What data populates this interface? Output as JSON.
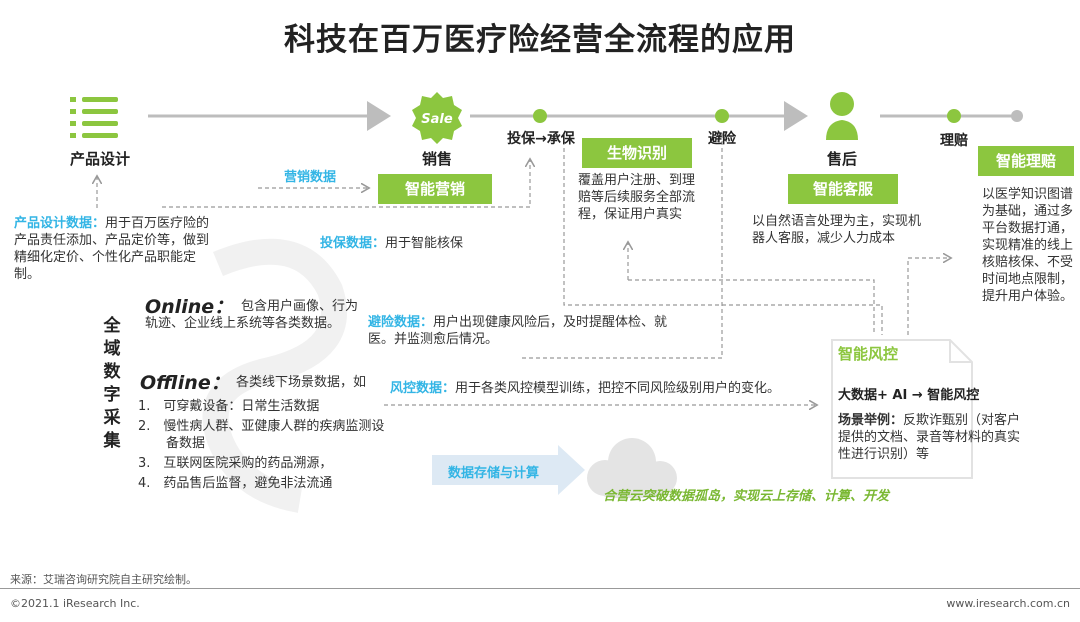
{
  "title": "科技在百万医疗险经营全流程的应用",
  "stages": {
    "product_design": "产品设计",
    "sales": "销售",
    "underwriting": "投保→承保",
    "risk_avoid": "避险",
    "after_sales": "售后",
    "claims": "理赔"
  },
  "sale_icon_text": "Sale",
  "tags": {
    "smart_marketing": "智能营销",
    "biometric": "生物识别",
    "smart_service": "智能客服",
    "smart_claims": "智能理赔",
    "smart_risk": "智能风控"
  },
  "data_labels": {
    "marketing_data": "营销数据",
    "product_design_data": "产品设计数据：",
    "underwriting_data": "投保数据：",
    "risk_avoid_data": "避险数据：",
    "risk_control_data": "风控数据：",
    "storage_compute": "数据存储与计算"
  },
  "texts": {
    "product_design_desc": "用于百万医疗险的产品责任添加、产品定价等，做到精细化定价、个性化产品职能定制。",
    "underwriting_desc": "用于智能核保",
    "biometric_desc": "覆盖用户注册、到理赔等后续服务全部流程，保证用户真实",
    "service_desc": "以自然语言处理为主，实现机器人客服，减少人力成本",
    "claims_desc": "以医学知识图谱为基础，通过多平台数据打通，实现精准的线上核赔核保、不受时间地点限制，提升用户体验。",
    "risk_avoid_desc": "用户出现健康风险后，及时提醒体检、就医。并监测愈后情况。",
    "risk_control_desc": "用于各类风控模型训练，把控不同风险级别用户的变化。",
    "risk_formula": "大数据+ AI → 智能风控",
    "scene_label": "场景举例：",
    "scene_desc": "反欺诈甄别（对客户提供的文档、录音等材料的真实性进行识别）等",
    "cloud_desc": "合营云突破数据孤岛，实现云上存储、计算、开发"
  },
  "full_domain_chars": [
    "全",
    "域",
    "数",
    "字",
    "采",
    "集"
  ],
  "online": {
    "label": "Online：",
    "desc": "包含用户画像、行为轨迹、企业线上系统等各类数据。"
  },
  "offline": {
    "label": "Offline：",
    "desc": "各类线下场景数据，如",
    "items": [
      "1.　可穿戴设备：日常生活数据",
      "2.　慢性病人群、亚健康人群的疾病监测设备数据",
      "3.　互联网医院采购的药品溯源，",
      "4.　药品售后监督，避免非法流通"
    ]
  },
  "footer": {
    "source": "来源：艾瑞咨询研究院自主研究绘制。",
    "copyright": "©2021.1 iResearch Inc.",
    "website": "www.iresearch.com.cn"
  },
  "colors": {
    "green": "#8cc63f",
    "blue": "#33b5e5",
    "gray_line": "#bdbdbd",
    "dash": "#888888"
  }
}
